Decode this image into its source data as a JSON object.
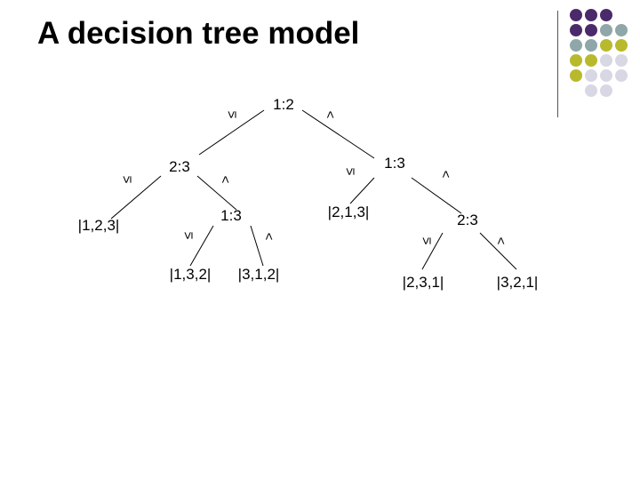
{
  "slide": {
    "title": "A decision tree model"
  },
  "decoration": {
    "dot_colors": [
      "#4b2a6b",
      "#8fa7a8",
      "#b9b92e",
      "#d8d8e4"
    ],
    "dot_grid": [
      [
        "#4b2a6b",
        "#4b2a6b",
        "#4b2a6b",
        null
      ],
      [
        "#4b2a6b",
        "#4b2a6b",
        "#8fa7a8",
        "#8fa7a8"
      ],
      [
        "#8fa7a8",
        "#8fa7a8",
        "#b9b92e",
        "#b9b92e"
      ],
      [
        "#b9b92e",
        "#b9b92e",
        "#d8d8e4",
        "#d8d8e4"
      ],
      [
        "#b9b92e",
        "#d8d8e4",
        "#d8d8e4",
        "#d8d8e4"
      ],
      [
        null,
        "#d8d8e4",
        "#d8d8e4",
        null
      ]
    ]
  },
  "tree": {
    "nodes": {
      "root": "1:2",
      "left_23": "2:3",
      "right_13": "1:3",
      "mid_13": "1:3",
      "right_23": "2:3"
    },
    "leaves": {
      "l123": "|1,2,3|",
      "l132": "|1,3,2|",
      "l312": "|3,1,2|",
      "l213": "|2,1,3|",
      "l231": "|2,3,1|",
      "l321": "|3,2,1|"
    },
    "edge_le": "≤",
    "edge_gt": ">"
  }
}
